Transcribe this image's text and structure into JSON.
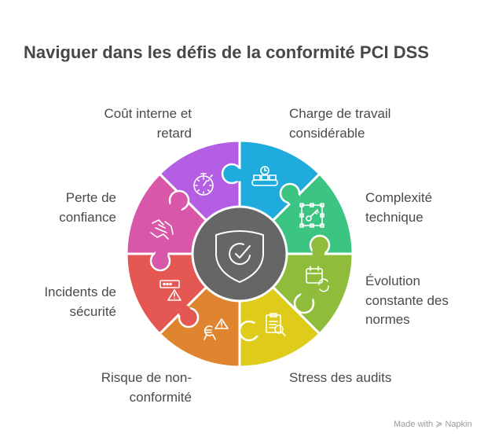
{
  "title": "Naviguer dans les défis de la conformité PCI DSS",
  "center": {
    "icon": "shield-check-icon",
    "color": "#666666"
  },
  "segments": [
    {
      "label": "Charge de travail\nconsidérable",
      "icon": "clock-conveyor-icon",
      "color": "#1FABDB"
    },
    {
      "label": "Complexité\ntechnique",
      "icon": "key-frame-icon",
      "color": "#3CC483"
    },
    {
      "label": "Évolution\nconstante des\nnormes",
      "icon": "calendar-refresh-icon",
      "color": "#8FBD3B"
    },
    {
      "label": "Stress des audits",
      "icon": "clipboard-search-icon",
      "color": "#DFCB1A"
    },
    {
      "label": "Risque de non-\nconformité",
      "icon": "euro-warning-icon",
      "color": "#E0852F"
    },
    {
      "label": "Incidents de\nsécurité",
      "icon": "password-warning-icon",
      "color": "#E55752"
    },
    {
      "label": "Perte de\nconfiance",
      "icon": "broken-handshake-icon",
      "color": "#D957A8"
    },
    {
      "label": "Coût interne et\nretard",
      "icon": "stopwatch-icon",
      "color": "#B45EE3"
    }
  ],
  "footer": "Made with ≽ Napkin"
}
